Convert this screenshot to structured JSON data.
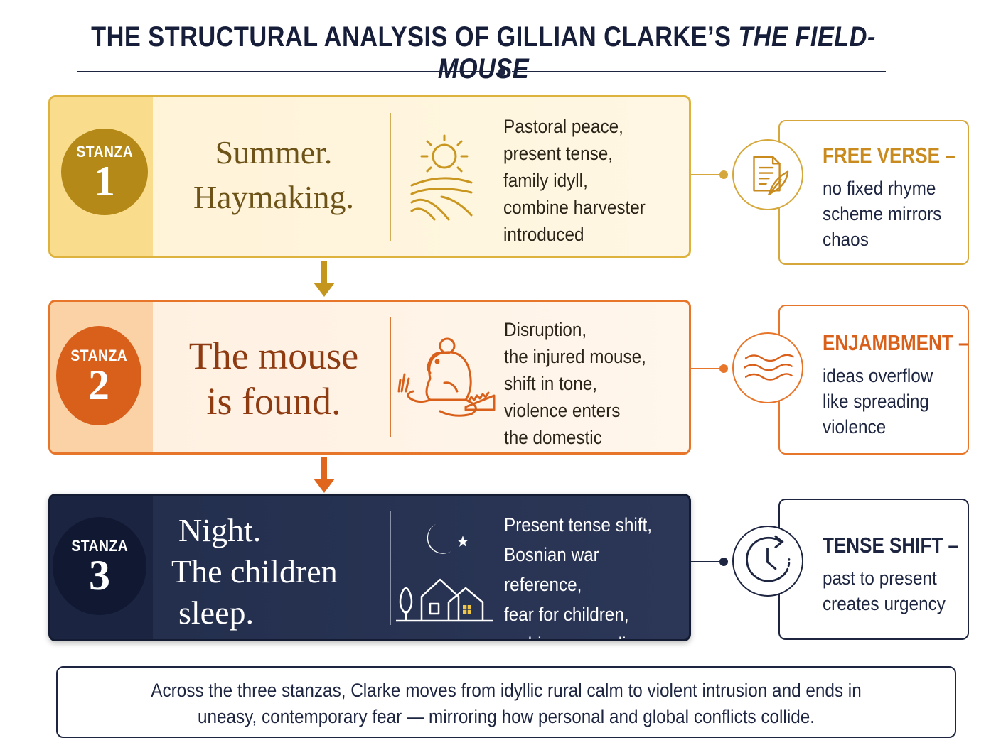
{
  "title": {
    "prefix": "THE STRUCTURAL ANALYSIS OF GILLIAN CLARKE’S ",
    "italic": "THE FIELD-MOUSE"
  },
  "stanzas": [
    {
      "label": "STANZA",
      "number": "1",
      "heading": [
        "Summer.",
        "Haymaking."
      ],
      "icon": "sun-field-icon",
      "description": [
        "Pastoral peace,",
        "present tense,",
        "family idyll,",
        "combine harvester",
        "introduced"
      ],
      "color": "#b48918"
    },
    {
      "label": "STANZA",
      "number": "2",
      "heading": [
        "The mouse",
        "is found."
      ],
      "icon": "mouse-icon",
      "description": [
        "Disruption,",
        "the injured mouse,",
        "shift in tone,",
        "violence enters",
        "the domestic"
      ],
      "color": "#d9601a"
    },
    {
      "label": "STANZA",
      "number": "3",
      "heading": [
        "Night.",
        "The children",
        "sleep."
      ],
      "icon": "moon-house-icon",
      "description": [
        "Present tense shift,",
        "Bosnian war reference,",
        "fear for children,",
        "ambiguous ending"
      ],
      "color": "#111832"
    }
  ],
  "devices": [
    {
      "title": "FREE VERSE –",
      "icon": "document-quill-icon",
      "text": [
        "no fixed rhyme",
        "scheme mirrors",
        "chaos"
      ],
      "color": "#c98a1e"
    },
    {
      "title": "ENJAMBMENT –",
      "icon": "waves-icon",
      "text": [
        "ideas overflow",
        "like spreading",
        "violence"
      ],
      "color": "#d9601a"
    },
    {
      "title": "TENSE SHIFT –",
      "icon": "clock-icon",
      "text": [
        "past to present",
        "creates urgency"
      ],
      "color": "#1d2540"
    }
  ],
  "summary": [
    "Across the three stanzas, Clarke moves from idyllic rural calm to violent intrusion and ends in",
    "uneasy, contemporary fear — mirroring how personal and global conflicts collide."
  ]
}
